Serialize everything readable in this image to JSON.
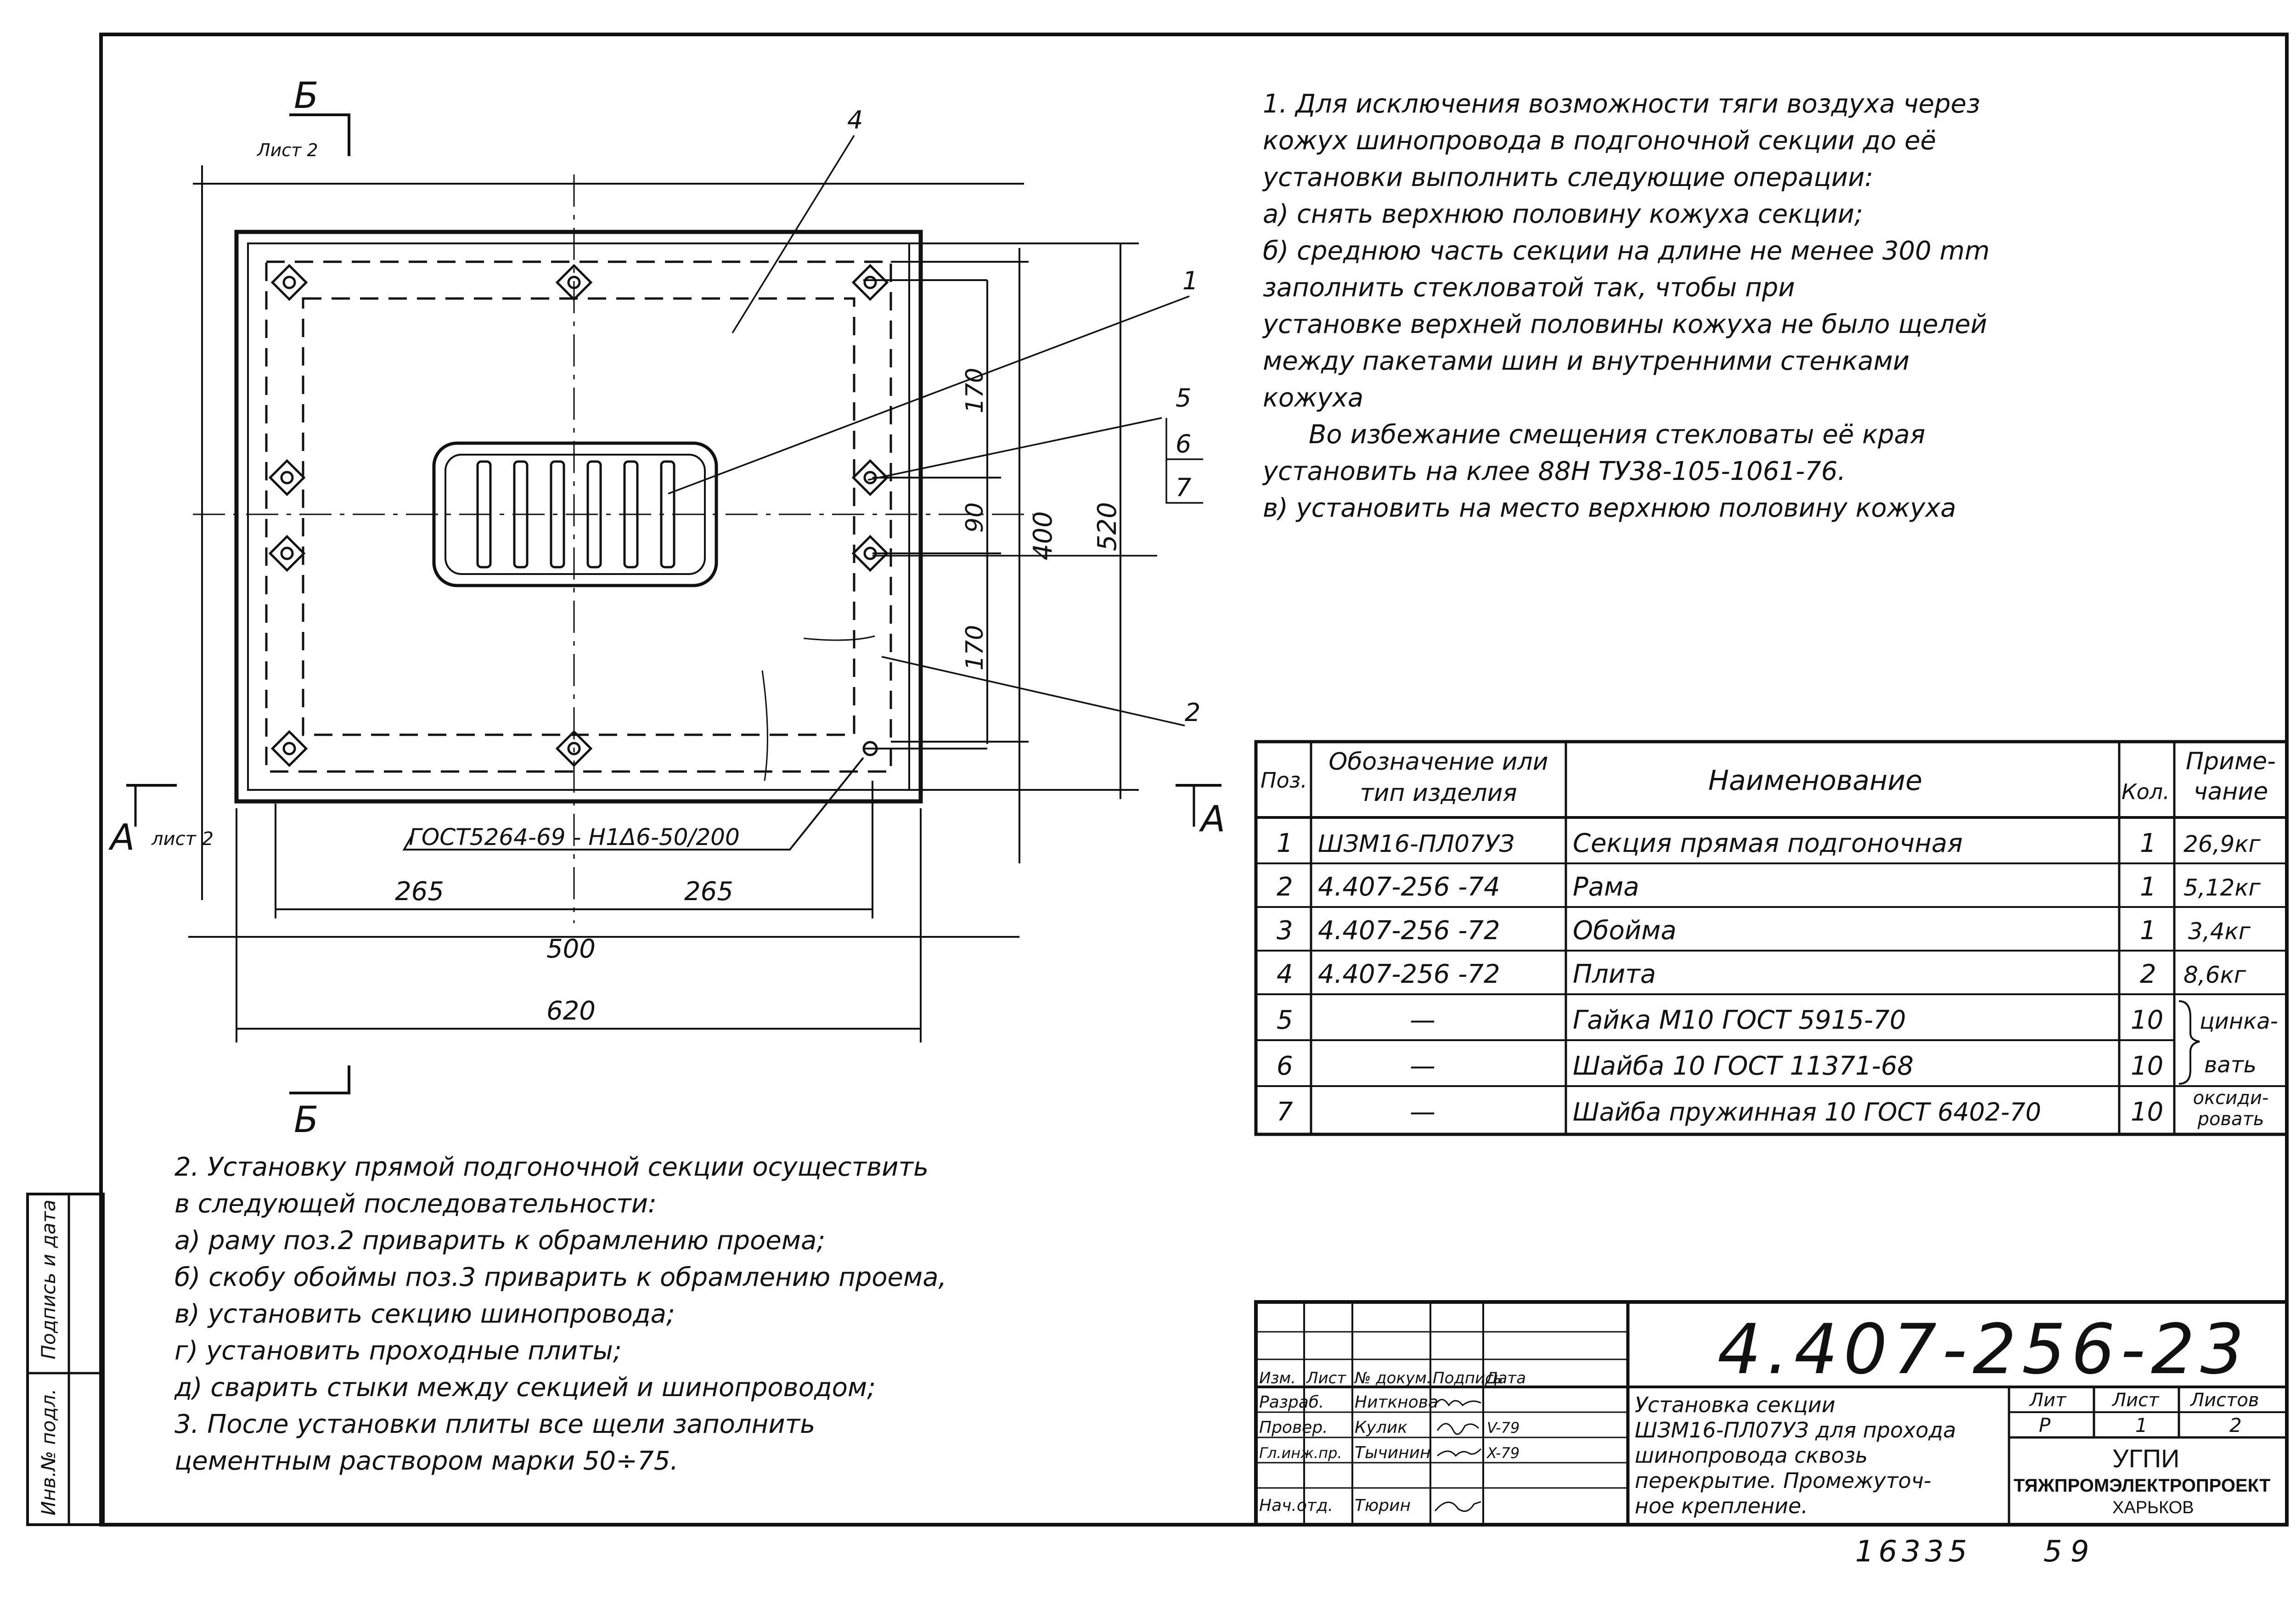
{
  "section_marks": {
    "top_letter": "Б",
    "top_sheet": "Лист 2",
    "bottom_letter": "Б",
    "left_letter": "А",
    "left_sheet": "лист 2",
    "right_letter": "А"
  },
  "dimensions": {
    "d170_top": "170",
    "d90": "90",
    "d170_bottom": "170",
    "d400": "400",
    "d520": "520",
    "d265_left": "265",
    "d265_right": "265",
    "d500": "500",
    "d620": "620"
  },
  "leaders": {
    "p1": "1",
    "p2": "2",
    "p4": "4",
    "p5": "5",
    "p6": "6",
    "p7": "7"
  },
  "weld_note": "ГОСТ5264-69 - Н1Δ6-50/200",
  "notes_top": [
    "1. Для исключения возможности тяги воздуха через",
    "кожух шинопровода в подгоночной секции до её",
    "установки выполнить следующие операции:",
    "а) снять верхнюю половину кожуха секции;",
    "б) среднюю часть секции на длине не менее 300 mm",
    "заполнить стекловатой так, чтобы при",
    "установке верхней половины кожуха не было щелей",
    "между пакетами шин и внутренними стенками",
    "кожуха",
    "Во избежание смещения стекловаты её края",
    "установить на клее 88Н ТУ38-105-1061-76.",
    "в) установить на место верхнюю половину кожуха"
  ],
  "notes_bottom": [
    "2. Установку прямой подгоночной секции осуществить",
    "в следующей последовательности:",
    "а) раму поз.2 приварить к обрамлению проема;",
    "б) скобу обоймы поз.3 приварить к обрамлению проема,",
    "в) установить секцию шинопровода;",
    "г) установить проходные плиты;",
    "д) сварить стыки между секцией и шинопроводом;",
    "3. После установки плиты все щели заполнить",
    "цементным раствором марки 50÷75."
  ],
  "spec_table": {
    "headers": {
      "pos": "Поз.",
      "designation": "Обозначение или тип изделия",
      "name": "Наименование",
      "qty": "Кол.",
      "note": "Приме- чание"
    },
    "rows": [
      {
        "pos": "1",
        "designation": "ШЗМ16-ПЛ07УЗ",
        "name": "Секция прямая подгоночная",
        "qty": "1",
        "note": "26,9кг"
      },
      {
        "pos": "2",
        "designation": "4.407-256 -74",
        "name": "Рама",
        "qty": "1",
        "note": "5,12кг"
      },
      {
        "pos": "3",
        "designation": "4.407-256 -72",
        "name": "Обойма",
        "qty": "1",
        "note": "3,4кг"
      },
      {
        "pos": "4",
        "designation": "4.407-256 -72",
        "name": "Плита",
        "qty": "2",
        "note": "8,6кг"
      },
      {
        "pos": "5",
        "designation": "—",
        "name": "Гайка М10 ГОСТ 5915-70",
        "qty": "10",
        "note": "цинка-"
      },
      {
        "pos": "6",
        "designation": "—",
        "name": "Шайба 10 ГОСТ 11371-68",
        "qty": "10",
        "note": "вать"
      },
      {
        "pos": "7",
        "designation": "—",
        "name": "Шайба пружинная 10 ГОСТ 6402-70",
        "qty": "10",
        "note": "оксиди- ровать"
      }
    ]
  },
  "title_block": {
    "doc_number": "4.407-256-23",
    "header_labels": [
      "Изм.",
      "Лист",
      "№ докум.",
      "Подпись",
      "Дата"
    ],
    "people": [
      {
        "role": "Разраб.",
        "name": "Ниткнова"
      },
      {
        "role": "Провер.",
        "name": "Кулик"
      },
      {
        "role": "Гл.инж.пр.",
        "name": "Тычинин"
      },
      {
        "role": "Нач.отд.",
        "name": "Тюрин"
      }
    ],
    "dates": [
      "V-79",
      "X-79"
    ],
    "description": [
      "Установка секции",
      "ШЗМ16-ПЛ07УЗ для прохода",
      "шинопровода сквозь",
      "перекрытие. Промежуточ-",
      "ное крепление."
    ],
    "lit_label": "Лит",
    "sheet_label": "Лист",
    "sheets_label": "Листов",
    "lit_value": "Р",
    "sheet_value": "1",
    "sheets_value": "2",
    "org_line1": "УГПИ",
    "org_line2": "ТЯЖПРОМЭЛЕКТРОПРОЕКТ",
    "org_line3": "ХАРЬКОВ"
  },
  "stamp_numbers": {
    "left": "16335",
    "right": "59"
  },
  "side_strip": {
    "signature_date": "Подпись и дата",
    "inv_number": "Инв.№ подл."
  }
}
